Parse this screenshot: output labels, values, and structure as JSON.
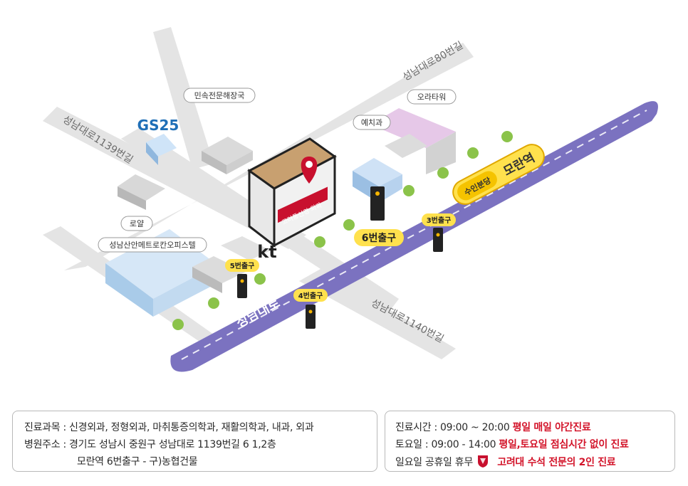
{
  "map": {
    "streets": {
      "s80": "성남대로80번길",
      "s1139": "성남대로1139번길",
      "s1140": "성남대로1140번길",
      "main": "성남대로"
    },
    "labels": {
      "minsok": "민속전문해장국",
      "gs25": "GS25",
      "yechi": "예치과",
      "ora": "오라타워",
      "royal": "로얄",
      "officetel": "성남산안메트로칸오피스텔",
      "kt": "kt",
      "hospital_sign": "고려통신경 외과"
    },
    "station": {
      "line": "수인분당",
      "name": "모란역"
    },
    "exits": {
      "e3": "3번출구",
      "e4": "4번출구",
      "e5": "5번출구",
      "e6": "6번출구"
    },
    "colors": {
      "road_main": "#7b72c0",
      "road_side": "#e3e3e3",
      "station_badge": "#ffe14d",
      "pin": "#c8102e",
      "tree": "#8bc34a"
    }
  },
  "info_left": {
    "line1": "진료과목 : 신경외과, 정형외과, 마취통증의학과, 재활의학과, 내과, 외과",
    "line2": "병원주소 : 경기도 성남시 중원구 성남대로 1139번길 6 1,2층",
    "line3": "모란역 6번출구 - 구)농협건물"
  },
  "info_right": {
    "hours_label": "진료시간 : 09:00 ~ 20:00",
    "hours_note": "평일 매일 야간진료",
    "sat_label": "토요일 : 09:00 - 14:00",
    "sat_note": "평일,토요일 점심시간 없이 진료",
    "holiday": "일요일 공휴일 휴무",
    "doctors_note": "고려대 수석 전문의 2인 진료"
  }
}
